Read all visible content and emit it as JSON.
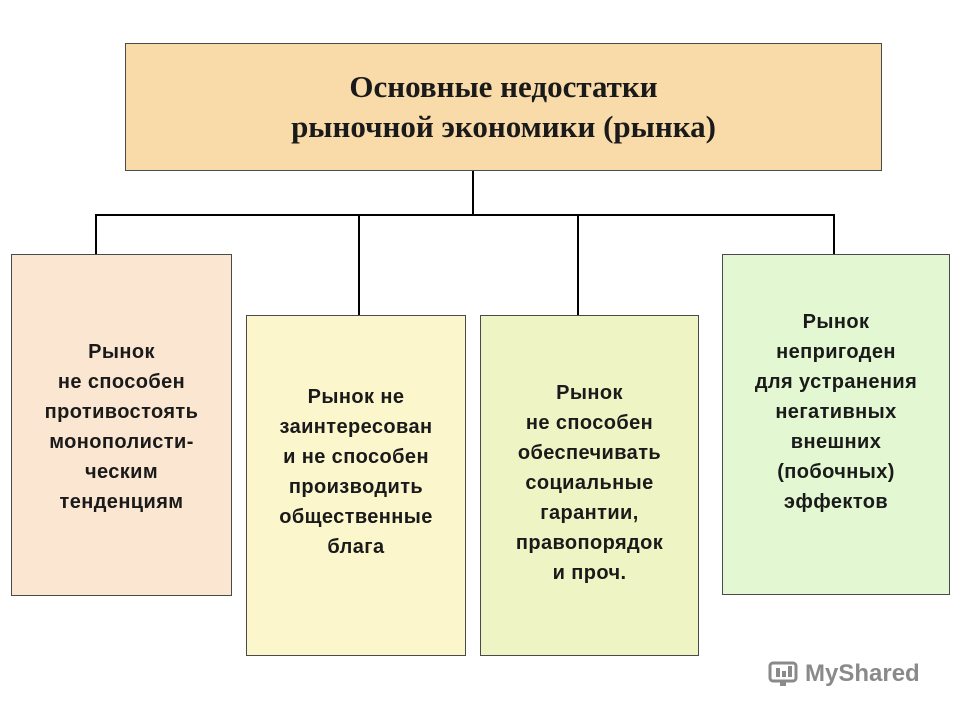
{
  "title": {
    "lines": [
      "Основные недостатки",
      "рыночной экономики (рынка)"
    ]
  },
  "cards": [
    {
      "lines": [
        "Рынок",
        "не способен",
        "противостоять",
        "монополисти-",
        "ческим",
        "тенденциям"
      ]
    },
    {
      "lines": [
        "Рынок не",
        "заинтересован",
        "и не способен",
        "производить",
        "общественные",
        "блага"
      ]
    },
    {
      "lines": [
        "Рынок",
        "не способен",
        "обеспечивать",
        "социальные",
        "гарантии,",
        "правопорядок",
        "и проч."
      ]
    },
    {
      "lines": [
        "Рынок",
        "непригоден",
        "для устранения",
        "негативных",
        "внешних",
        "(побочных)",
        "эффектов"
      ]
    }
  ],
  "colors": {
    "title_fill": "#f8dba8",
    "card_fills": [
      "#fbe6d2",
      "#fbf6cc",
      "#eef4c4",
      "#e2f7d2"
    ],
    "connector": "#000000"
  },
  "watermark": {
    "text": "MyShared",
    "icon": "myshared-logo-icon"
  }
}
